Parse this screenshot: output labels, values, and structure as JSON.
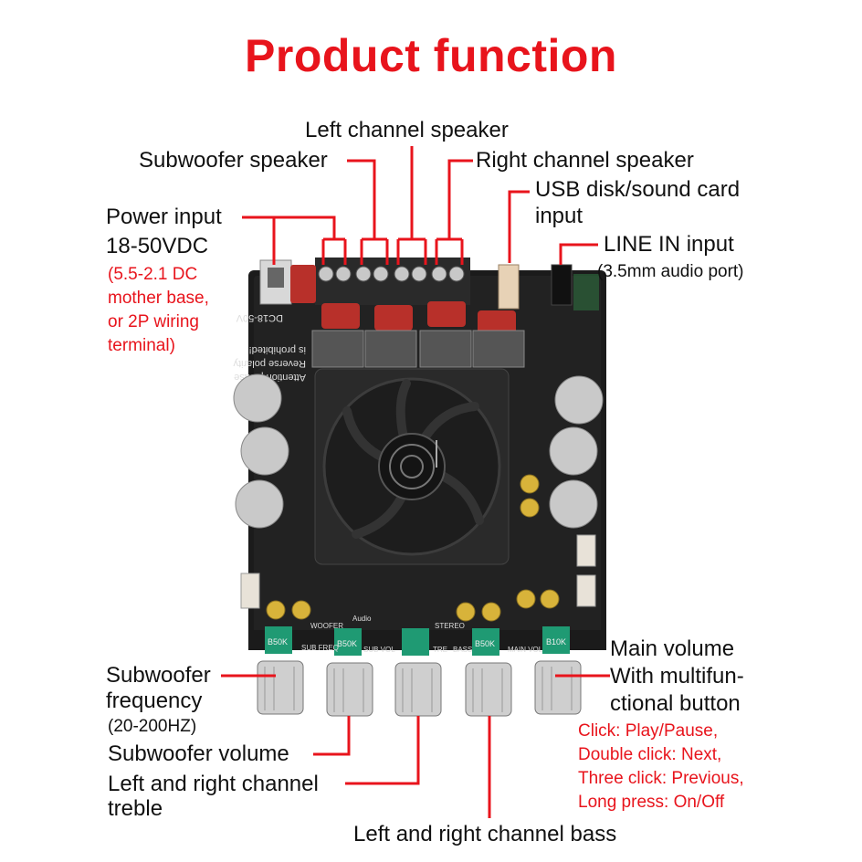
{
  "title": "Product function",
  "labels": {
    "left_channel": "Left channel speaker",
    "subwoofer_speaker": "Subwoofer speaker",
    "right_channel": "Right channel speaker",
    "usb_line1": "USB disk/sound card",
    "usb_line2": "input",
    "power_line1": "Power input",
    "power_line2": "18-50VDC",
    "power_note1": "(5.5-2.1 DC",
    "power_note2": "mother base,",
    "power_note3": "or 2P wiring",
    "power_note4": "terminal)",
    "line_in": "LINE IN input",
    "line_in_note": "(3.5mm audio port)",
    "sub_freq_line1": "Subwoofer",
    "sub_freq_line2": "frequency",
    "sub_freq_note": "(20-200HZ)",
    "sub_volume": "Subwoofer volume",
    "treble_line1": "Left and right channel",
    "treble_line2": "treble",
    "bass": "Left and right channel bass",
    "main_vol_line1": "Main volume",
    "main_vol_line2": "With multifun-",
    "main_vol_line3": "ctional button",
    "click1": "Click: Play/Pause,",
    "click2": "Double click: Next,",
    "click3": "Three click: Previous,",
    "click4": "Long press: On/Off"
  },
  "board_text": {
    "dc": "DC18-50V",
    "attention1": "Attention please",
    "attention2": "Reverse polarity",
    "attention3": "is prohibited!",
    "pot_sub_freq": "B50K",
    "pot_sub_vol": "B50K",
    "pot_bass": "B50K",
    "pot_main": "B10K",
    "silk_sub_freq": "SUB FREQ",
    "silk_sub_vol": "SUB VOL",
    "silk_tre": "TRE",
    "silk_bass": "BASS",
    "silk_main": "MAIN VOL",
    "silk_woofer": "WOOFER",
    "silk_stereo": "STEREO",
    "silk_audio": "Audio"
  },
  "colors": {
    "title": "#e8141c",
    "callout_line": "#e8141c",
    "pcb": "#1b1b1b",
    "heatsink": "#2a2a2a",
    "capacitor_red": "#b8302a",
    "pot_green": "#1f9a73"
  }
}
